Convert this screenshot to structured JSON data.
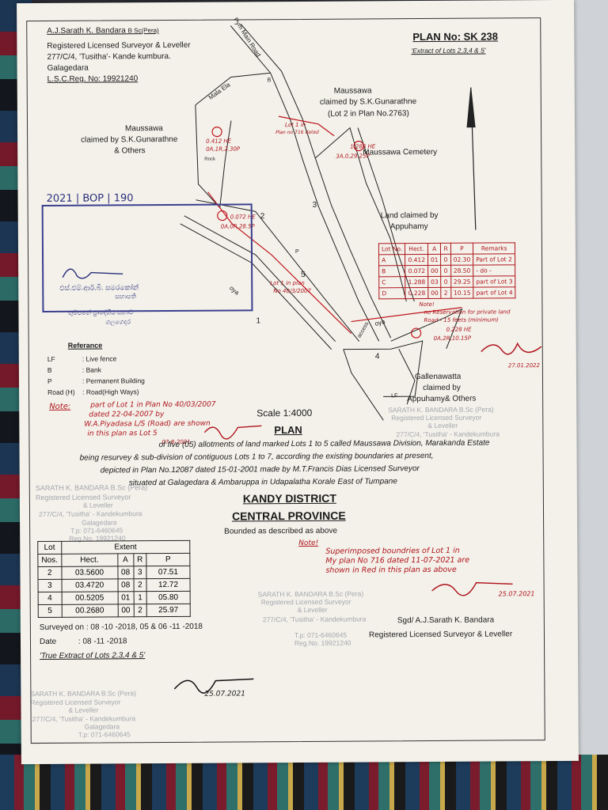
{
  "surveyor": {
    "name": "A.J.Sarath K. Bandara",
    "degree": "B Sc(Pera)",
    "title": "Registered Licensed Surveyor & Leveller",
    "address1": "277/C/4, 'Tusitha'- Kande kumbura.",
    "address2": "Galagedara",
    "reg": "L.S.C.Reg. No: 19921240"
  },
  "plan": {
    "number": "PLAN No: SK 238",
    "extract": "'Extract of Lots 2,3,4 & 5'"
  },
  "map_labels": {
    "road": "Pym Main Road",
    "mala_ela": "Mala Ela",
    "maussawa_right": "Maussawa",
    "claimed_right": "claimed by S.K.Gunarathne",
    "lot2_plan": "(Lot 2 in Plan No.2763)",
    "maussawa_left": "Maussawa",
    "claimed_left": "claimed by S.K.Gunarathne",
    "others_left": "& Others",
    "cemetery": "Maussawa Cemetery",
    "land_claimed": "Land claimed by",
    "appuhamy": "Appuhamy",
    "gallenawatta": "Gallenawatta",
    "claimed_by": "claimed by",
    "appuhamy_others": "Appuhamy& Others",
    "oya1": "oya",
    "oya2": "oya",
    "access": "access",
    "rock": "Rock",
    "lot1": "1",
    "lot2": "2",
    "lot3": "3",
    "lot4": "4",
    "lot5": "5",
    "lf": "LF",
    "b": "B",
    "p": "P"
  },
  "red_map_notes": {
    "a": "0.412 HE",
    "a2": "0A,1R,2.30P",
    "c": "1.288 HE",
    "c2": "3A,0,29.25P",
    "lot1_in": "Lot 1 in",
    "pym_note": "Plan no 716 dated",
    "lot1_plan": "Lot 1 in plan",
    "lot1_plan2": "No 40/3/2007",
    "b": "0.072 HE",
    "b2": "0A,0R,28.5P",
    "d": "0.228 HE",
    "d2": "0A,2R,10.15P",
    "no_res": "Note!",
    "no_res2": "no Reservation for private land",
    "no_res3": "Road - 15 feets (minimum)",
    "sig_date1": "27.01.2022"
  },
  "remarks_table": {
    "headers": [
      "Lot No.",
      "Hect.",
      "A",
      "R",
      "P",
      "Remarks"
    ],
    "rows": [
      [
        "A",
        "0.412",
        "01",
        "0",
        "02.30",
        "Part of Lot 2"
      ],
      [
        "B",
        "0.072",
        "00",
        "0",
        "28.50",
        "- do -"
      ],
      [
        "C",
        "1.288",
        "03",
        "0",
        "29.25",
        "part of Lot 3"
      ],
      [
        "D",
        "0.228",
        "00",
        "2",
        "10.15",
        "part of Lot 4"
      ]
    ]
  },
  "blue_stamp": {
    "number": "2021 | BOP | 190",
    "line1": "එස්.එම්.ආර්.බී. සමරකෝන්",
    "line2": "සභාපති",
    "line3": "තුම්පනේ ප්‍රාදේශීය සභාව",
    "line4": "ගලගෙදර"
  },
  "reference": {
    "heading": "Referance",
    "items": [
      {
        "key": "LF",
        "value": ": Live fence"
      },
      {
        "key": "B",
        "value": ": Bank"
      },
      {
        "key": "P",
        "value": ": Permanent Building"
      },
      {
        "key": "Road (H)",
        "value": ": Road(High Ways)"
      }
    ]
  },
  "red_note_left": {
    "label": "Note:",
    "line1": "part of Lot 1 in Plan No 40/03/2007",
    "line2": "dated 22-04-2007 by",
    "line3": "W.A.Piyadasa L/S (Road) are shown",
    "line4": "in this plan as Lot 5",
    "date": "07-8-2021"
  },
  "scale": "Scale 1:4000",
  "plan_heading": "PLAN",
  "description": [
    "of five (05) allotments of land marked Lots 1 to 5 called Maussawa Division, Marakanda Estate",
    "being resurvey & sub-division of contiguous Lots 1 to 7, according the existing boundaries at present,",
    "depicted in Plan No.12087 dated 15-01-2001 made by M.T.Francis Dias  Licensed Surveyor",
    "situated at Galagedara & Ambaruppa in Udapalatha Korale East of Tumpane"
  ],
  "district": "KANDY DISTRICT",
  "province": "CENTRAL PROVINCE",
  "bounded": "Bounded as described as above",
  "red_note_right": {
    "label": "Note!",
    "line1": "Superimposed boundries of Lot 1 in",
    "line2": "My plan No 716 dated 11-07-2021 are",
    "line3": "shown in Red in this plan as above",
    "date": "25.07.2021"
  },
  "extent_table": {
    "headers_top": [
      "Lot",
      "Extent"
    ],
    "headers": [
      "Nos.",
      "Hect.",
      "A",
      "R",
      "P"
    ],
    "rows": [
      [
        "2",
        "03.5600",
        "08",
        "3",
        "07.51"
      ],
      [
        "3",
        "03.4720",
        "08",
        "2",
        "12.72"
      ],
      [
        "4",
        "00.5205",
        "01",
        "1",
        "05.80"
      ],
      [
        "5",
        "00.2680",
        "00",
        "2",
        "25.97"
      ]
    ]
  },
  "surveyed_on": "Surveyed on : 08 -10 -2018, 05 & 06 -11 -2018",
  "date_line": "Date          : 08 -11 -2018",
  "true_extract": "'True Extract of Lots 2,3,4 & 5'",
  "signature_block": {
    "sgd": "Sgd/ A.J.Sarath K. Bandara",
    "title": "Registered Licensed Surveyor & Leveller"
  },
  "stamps": {
    "name": "SARATH K. BANDARA B.Sc (Pera)",
    "title": "Registered Licensed Surveyor",
    "title2": "& Leveller",
    "addr": "277/C/4, 'Tusitha' - Kandekumbura",
    "city": "Galagedara",
    "tel": "T.p: 071-6460645",
    "reg": "Reg.No. 19921240"
  },
  "bottom_date": "25.07.2021"
}
